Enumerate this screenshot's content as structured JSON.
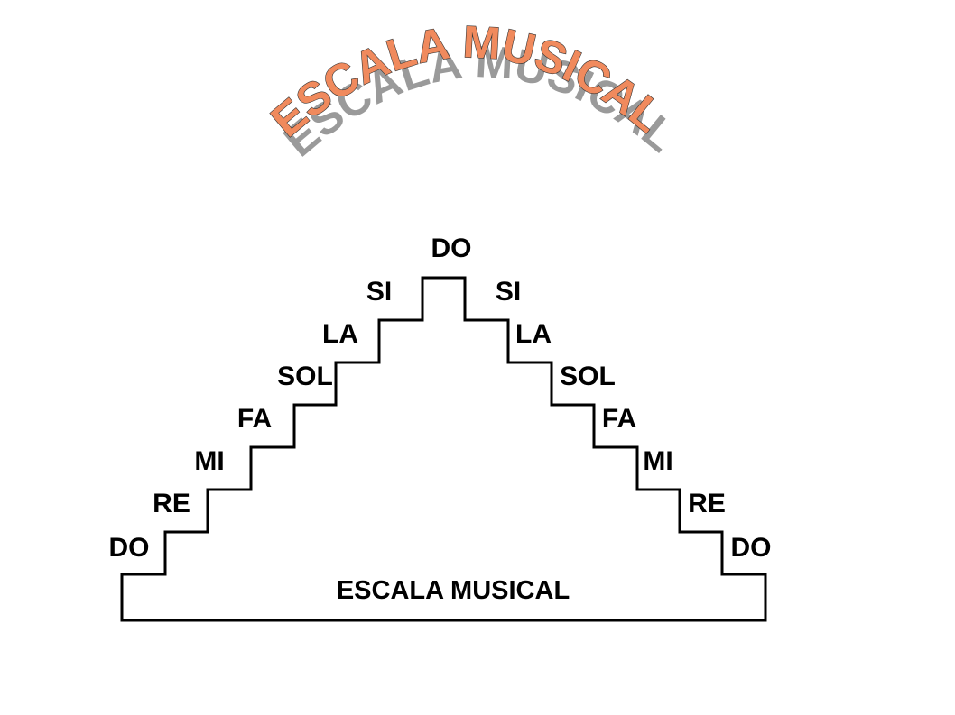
{
  "title": "ESCALA MUSICAL",
  "base_label": "ESCALA MUSICAL",
  "colors": {
    "title_fill": "#f08a5d",
    "title_shadow": "#9a9a9a",
    "title_outline": "#333333",
    "outline": "#000000",
    "background": "#ffffff"
  },
  "left_steps": [
    "DO",
    "RE",
    "MI",
    "FA",
    "SOL",
    "LA",
    "SI"
  ],
  "top_note": "DO",
  "right_steps": [
    "SI",
    "LA",
    "SOL",
    "FA",
    "MI",
    "RE",
    "DO"
  ]
}
